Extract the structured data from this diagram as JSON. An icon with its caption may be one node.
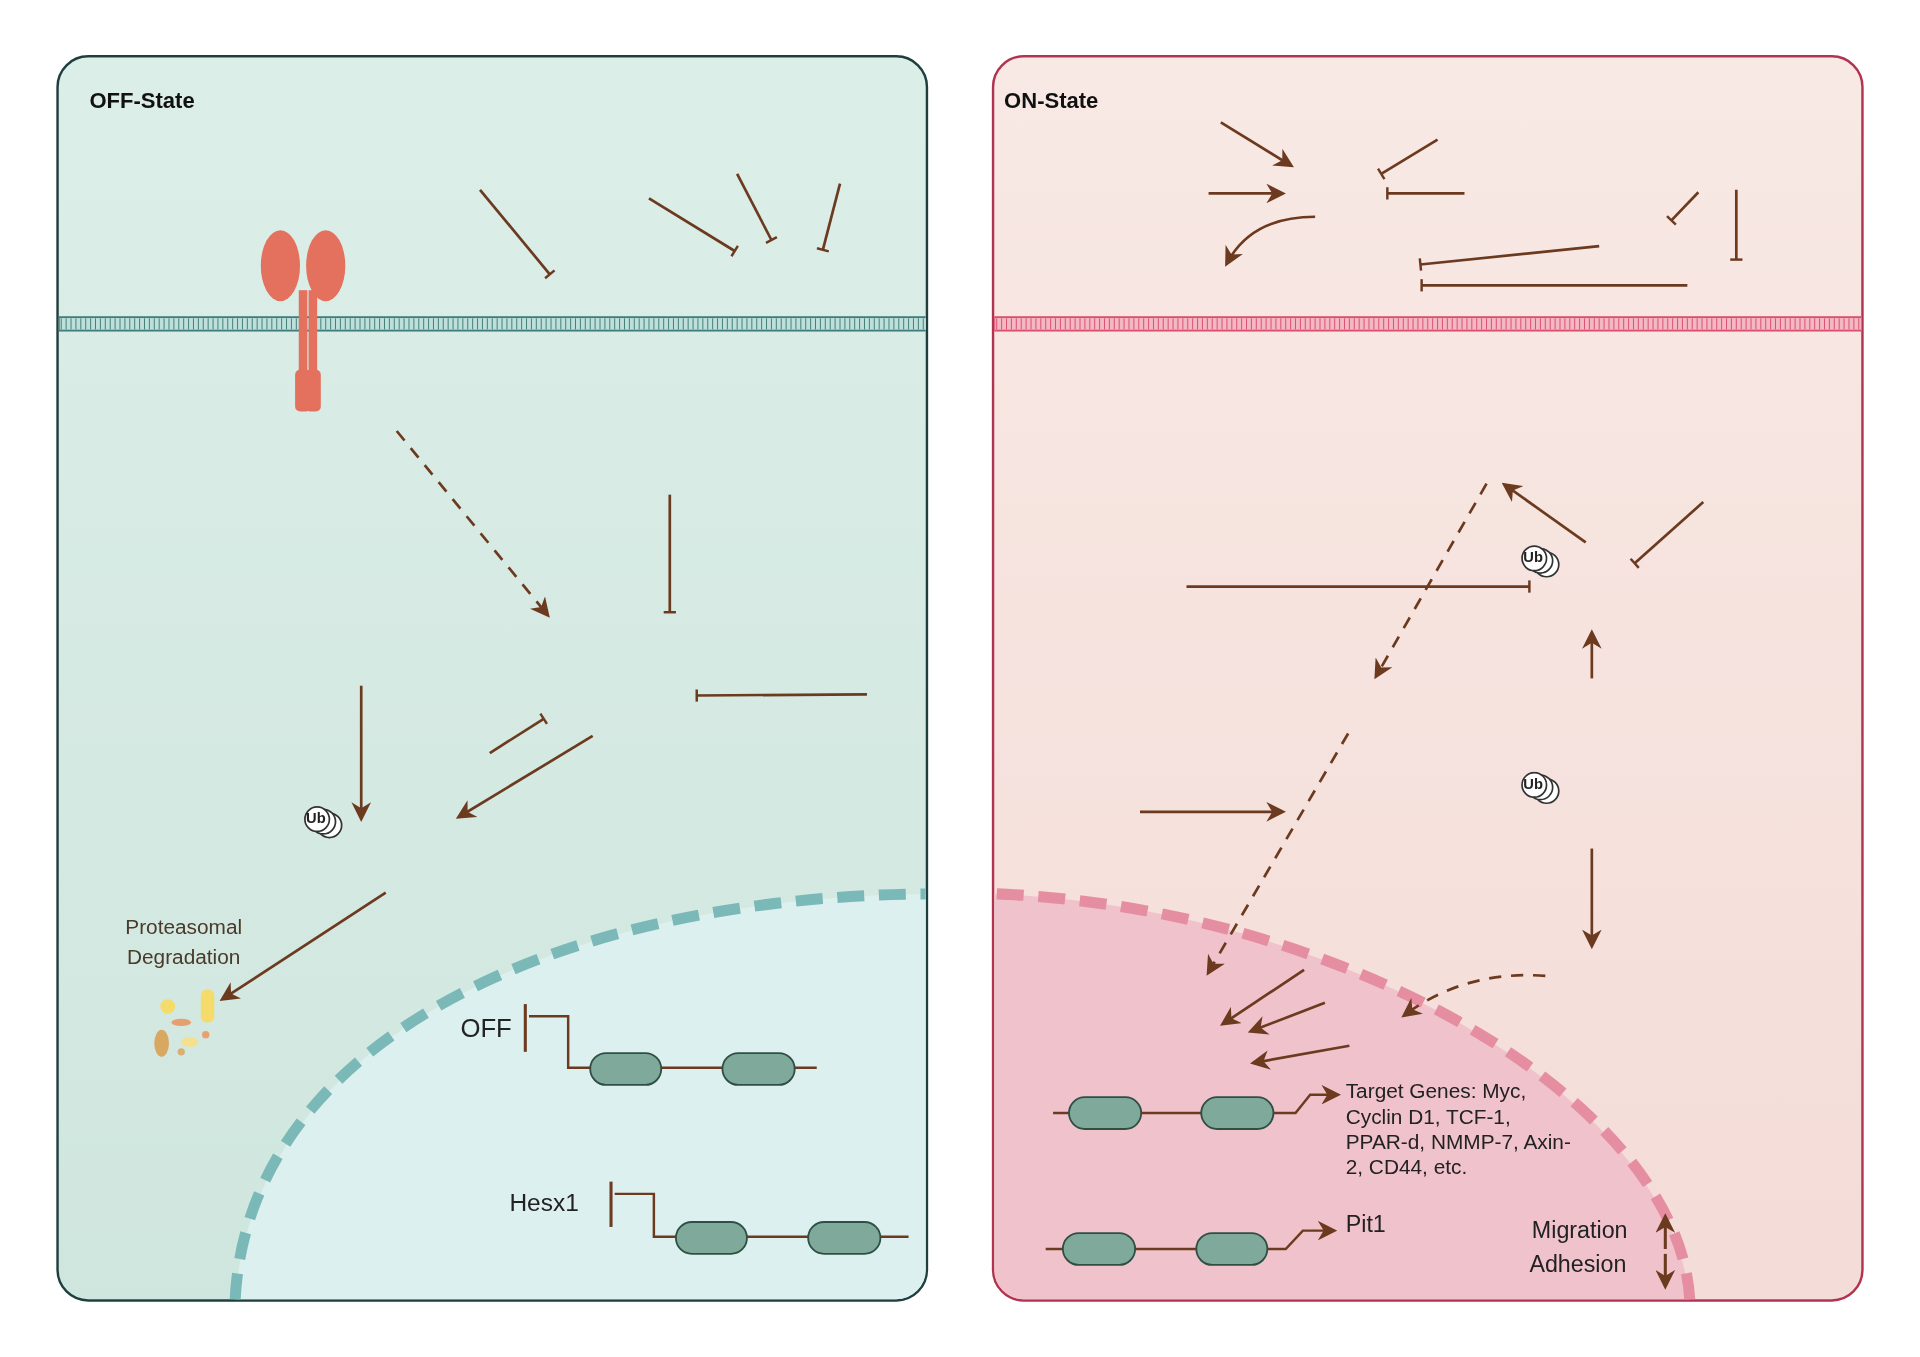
{
  "diagram": {
    "nodes": [
      {
        "text": [
          "OFF-State"
        ]
      },
      {
        "text": [
          "ON-State"
        ]
      },
      {
        "text": [],
        "shape": "picture",
        "in": 0,
        "beside": [
          "Proteasomal Degradation"
        ]
      }
    ],
    "edges": [
      {
        "from": null,
        "to": 2,
        "arrow": "to"
      }
    ],
    "labels": [
      "Ub",
      "OFF",
      "Hesx1",
      "Ub",
      "Ub",
      "Target Genes: Myc, Cyclin D1, TCF-1, PPAR-d, NMMP-7, Axin-2, CD44, etc.",
      "Pit1",
      "Migration",
      "Adhesion"
    ]
  }
}
